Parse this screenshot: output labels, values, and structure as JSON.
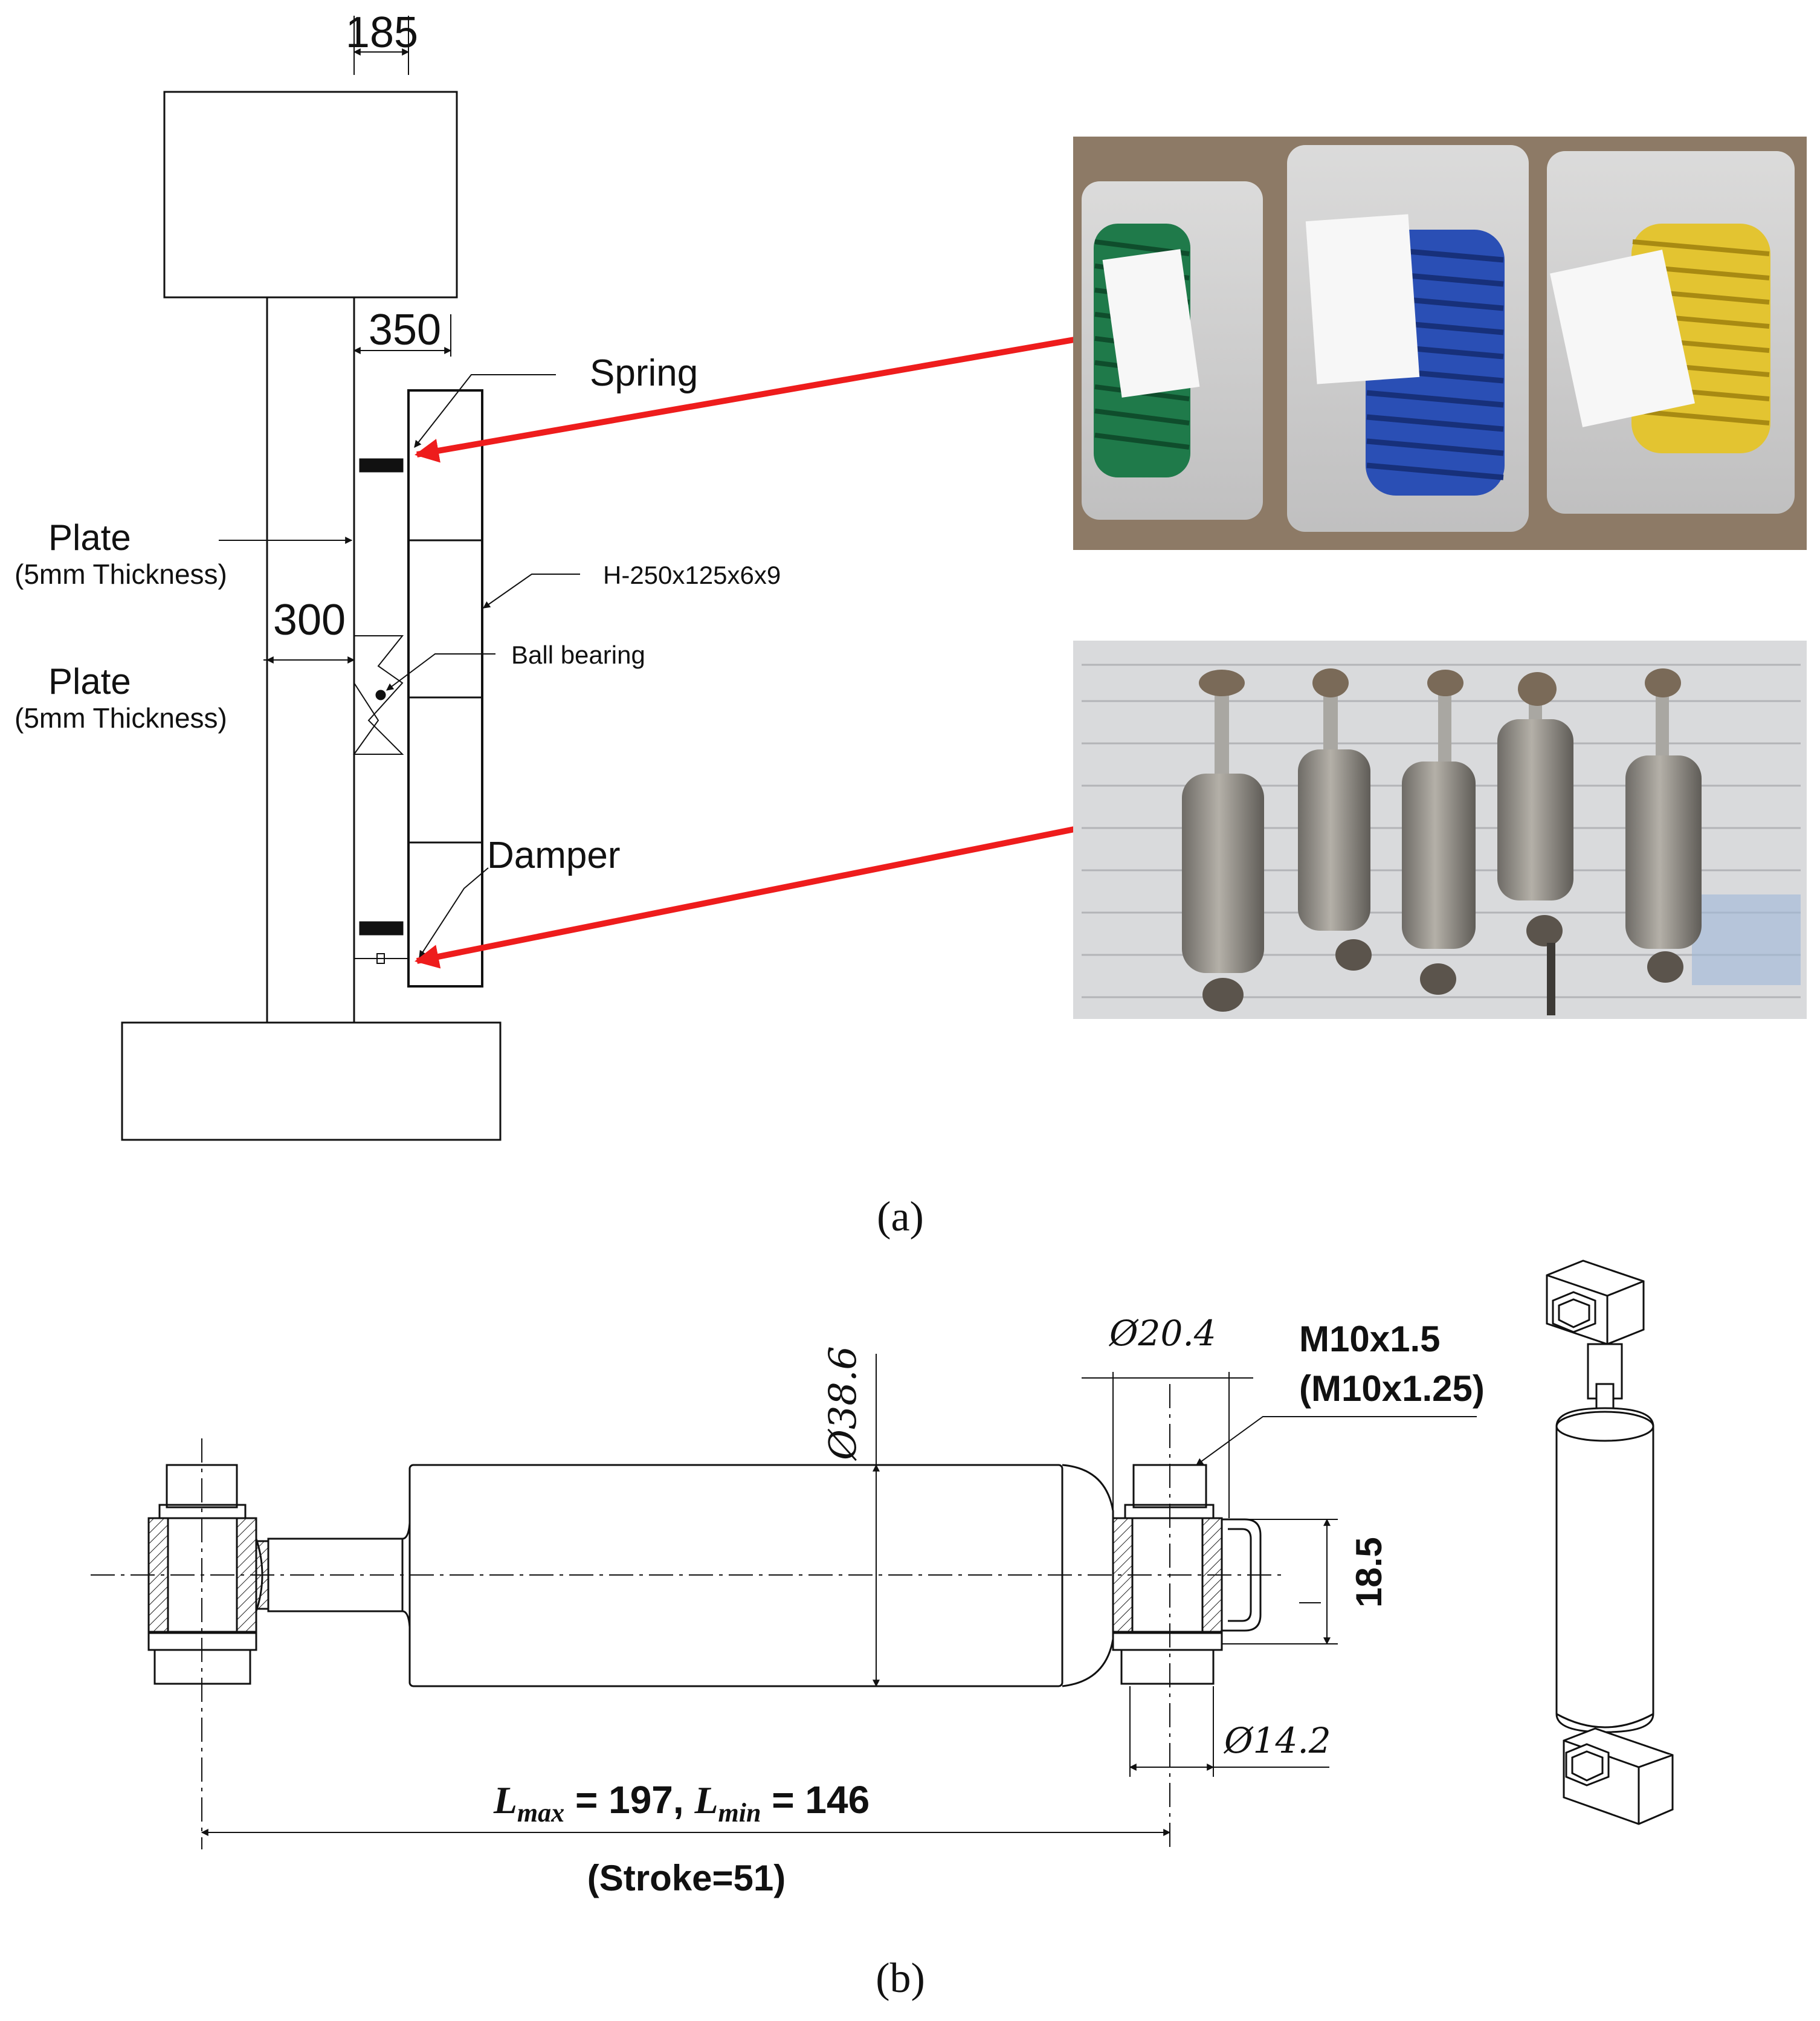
{
  "panel_a": {
    "caption": "(a)",
    "dims": {
      "top_width": "185",
      "offset": "350",
      "gap": "300"
    },
    "labels": {
      "spring": "Spring",
      "plate1_title": "Plate",
      "plate1_sub": "(5mm Thickness)",
      "plate2_title": "Plate",
      "plate2_sub": "(5mm Thickness)",
      "section": "H-250x125x6x9",
      "ball_bearing": "Ball bearing",
      "damper": "Damper"
    },
    "photos": {
      "springs": "photo of three coil springs in plastic bags (green, blue, yellow)",
      "dampers": "photo of five cylindrical dampers on newspaper"
    },
    "colors": {
      "arrow": "#ee1c1c",
      "spring_green": "#1f7a4a",
      "spring_blue": "#2a4fb5",
      "spring_yellow": "#e3c431",
      "damper_gray": "#8c8a84"
    }
  },
  "panel_b": {
    "caption": "(b)",
    "dims": {
      "body_dia": "Ø38.6",
      "eye_dia": "Ø20.4",
      "thread1": "M10x1.5",
      "thread2": "(M10x1.25)",
      "eye_width": "18.5",
      "bolt_dia": "Ø14.2",
      "lmax_sym": "L",
      "lmax_sub": "max",
      "lmax_val": " = 197, ",
      "lmin_sym": "L",
      "lmin_sub": "min",
      "lmin_val": " = 146",
      "stroke": "(Stroke=51)"
    }
  }
}
